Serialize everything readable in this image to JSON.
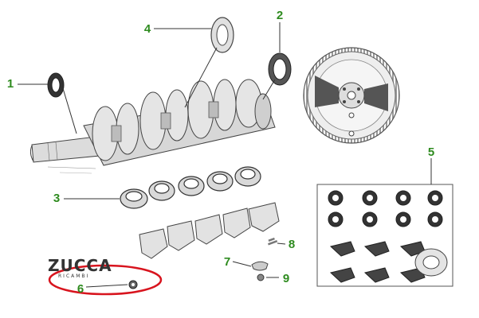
{
  "brand": {
    "name": "ZUCCA",
    "subtitle": "RICAMBI"
  },
  "callouts": [
    {
      "id": "1",
      "label": "1",
      "part": "crankshaft-front-oil-seal"
    },
    {
      "id": "2",
      "label": "2",
      "part": "crankshaft-rear-oil-seal"
    },
    {
      "id": "3",
      "label": "3",
      "part": "main-bearing-shells"
    },
    {
      "id": "4",
      "label": "4",
      "part": "thrust-washer"
    },
    {
      "id": "5",
      "label": "5",
      "part": "bearing-kit"
    },
    {
      "id": "6",
      "label": "6",
      "part": "nut"
    },
    {
      "id": "7",
      "label": "7",
      "part": "locking-plate"
    },
    {
      "id": "8",
      "label": "8",
      "part": "bolt"
    },
    {
      "id": "9",
      "label": "9",
      "part": "washer"
    }
  ],
  "colors": {
    "callout_text": "#2e8b1f",
    "leader_line": "#333333",
    "highlight_ring": "#d8141e",
    "part_outline": "#444444",
    "part_fill": "#e8e8e8"
  }
}
